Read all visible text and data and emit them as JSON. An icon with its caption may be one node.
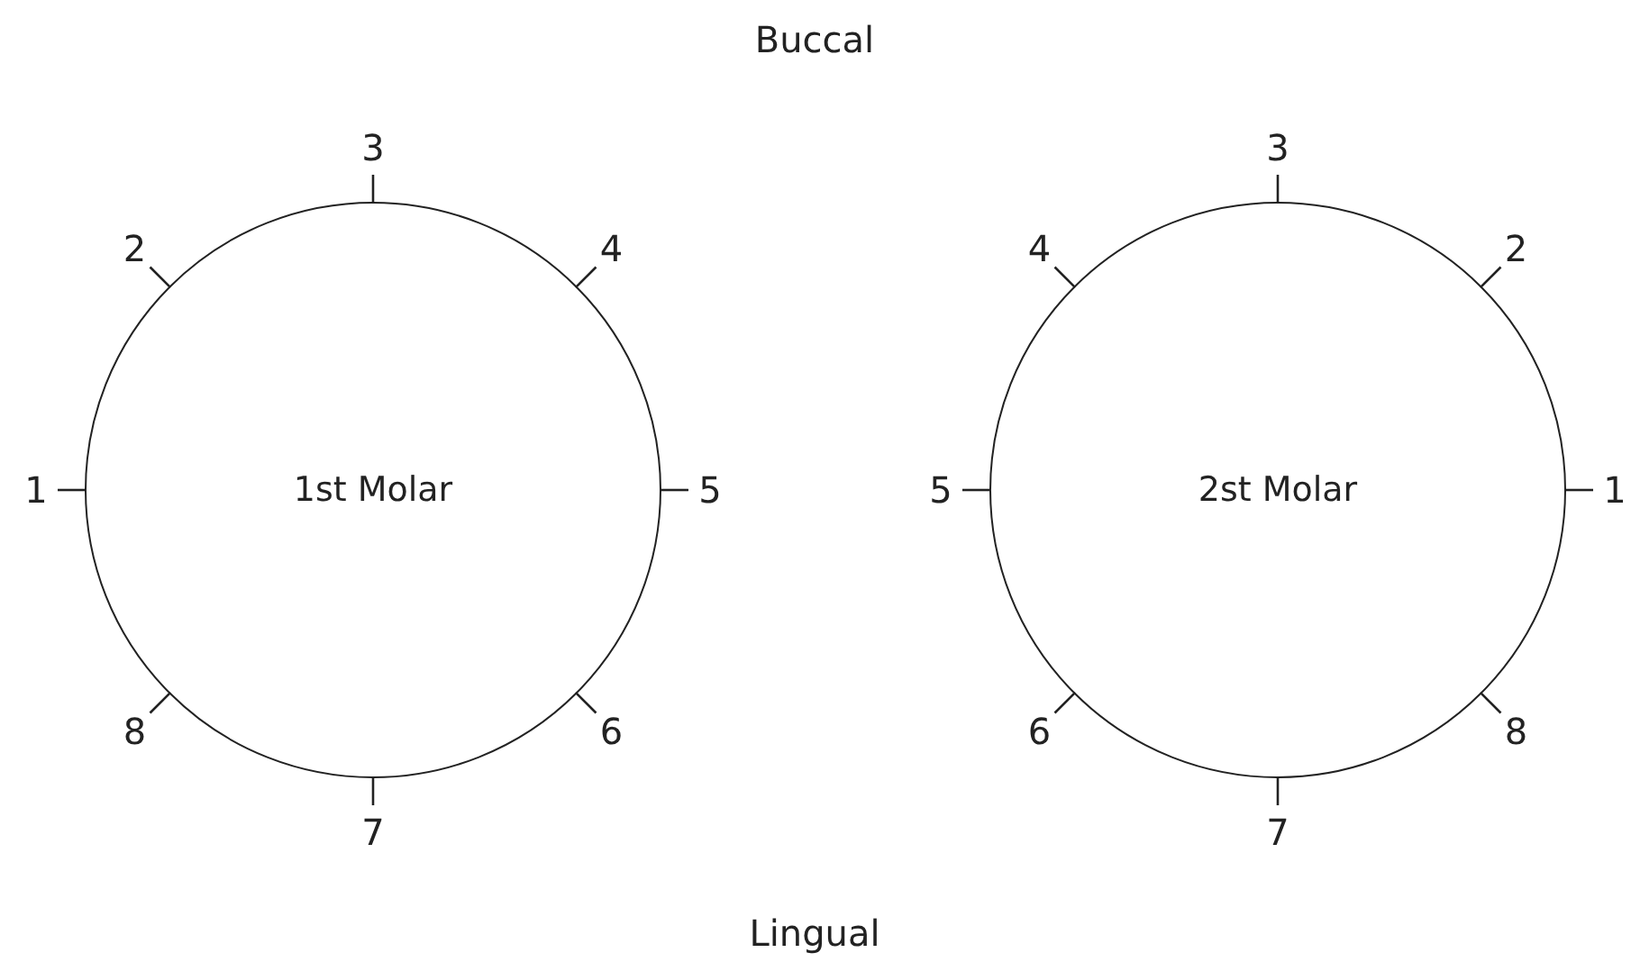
{
  "diagram": {
    "nodes": [
      {
        "text": [
          "1st Molar"
        ]
      },
      {
        "text": [
          "2st Molar"
        ]
      }
    ],
    "labels": [
      "Buccal",
      "3",
      "3",
      "2",
      "4",
      "4",
      "2",
      "1",
      "5",
      "5",
      "1",
      "8",
      "6",
      "6",
      "8",
      "7",
      "7",
      "Lingual"
    ]
  }
}
